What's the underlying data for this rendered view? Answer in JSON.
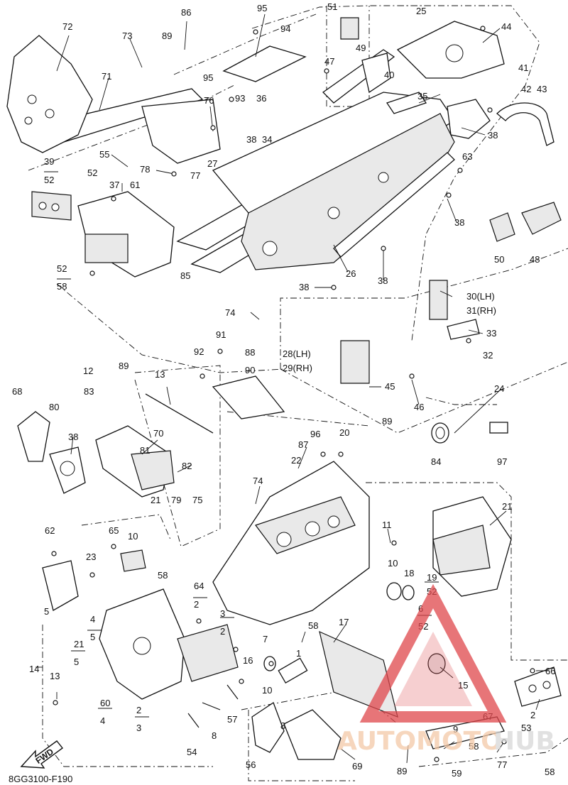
{
  "diagram": {
    "code": "8GG3100-F190",
    "fwd_label": "FWD",
    "watermark": {
      "brand_left": "AUTOMOTO",
      "brand_right": "HUB",
      "colors": {
        "triangle": "#e0474c",
        "left_text": "#f3c9a8",
        "right_text": "#d7d7d7"
      }
    },
    "labels": [
      "72",
      "73",
      "86",
      "89",
      "95",
      "94",
      "51",
      "25",
      "44",
      "49",
      "47",
      "40",
      "95",
      "93",
      "36",
      "41",
      "42",
      "43",
      "71",
      "76",
      "38",
      "34",
      "35",
      "38",
      "39",
      "52",
      "55",
      "78",
      "77",
      "27",
      "37",
      "61",
      "52",
      "63",
      "38",
      "50",
      "48",
      "52",
      "58",
      "85",
      "26",
      "38",
      "38",
      "30(LH)",
      "31(RH)",
      "74",
      "88",
      "33",
      "32",
      "91",
      "92",
      "90",
      "28(LH)",
      "29(RH)",
      "45",
      "46",
      "24",
      "89",
      "13",
      "12",
      "68",
      "80",
      "83",
      "89",
      "38",
      "70",
      "81",
      "82",
      "84",
      "97",
      "96",
      "20",
      "87",
      "22",
      "21",
      "79",
      "75",
      "74",
      "21",
      "62",
      "65",
      "10",
      "11",
      "23",
      "10",
      "18",
      "19",
      "52",
      "58",
      "5",
      "64",
      "2",
      "3",
      "2",
      "4",
      "5",
      "6",
      "52",
      "58",
      "21",
      "5",
      "7",
      "17",
      "14",
      "1",
      "16",
      "13",
      "10",
      "15",
      "66",
      "60",
      "4",
      "2",
      "3",
      "2",
      "54",
      "8",
      "9",
      "53",
      "57",
      "8",
      "67",
      "58",
      "56",
      "69",
      "89",
      "77",
      "59",
      "58",
      "52"
    ]
  }
}
